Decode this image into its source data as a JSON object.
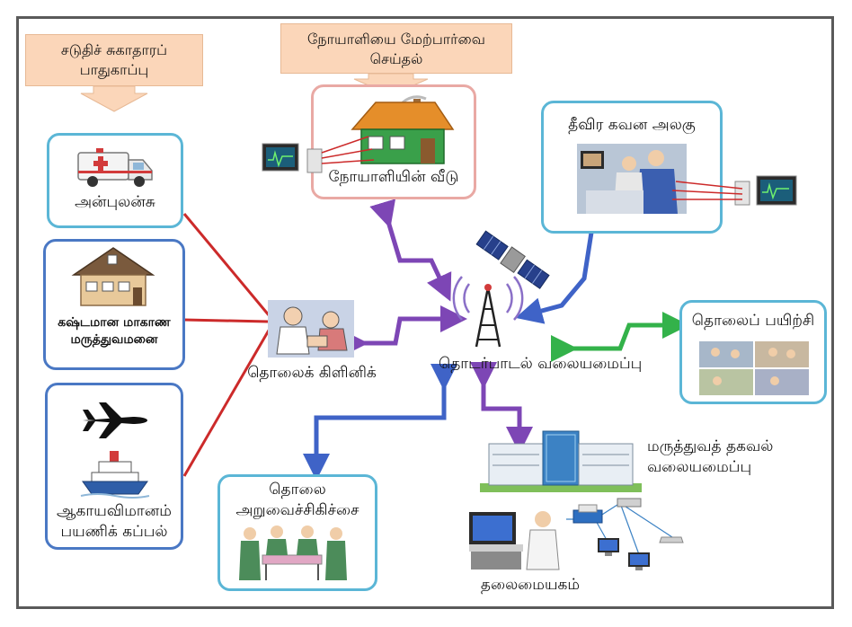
{
  "callouts": {
    "community_health": [
      "சடுதிச் சுகாதாரப்",
      "பாதுகாப்பு"
    ],
    "patient_monitoring": [
      "நோயாளியை மேற்பார்வை",
      "செய்தல்"
    ]
  },
  "nodes": {
    "ambulance": "அன்புலன்சு",
    "remote_hospital": [
      "கஷ்டமான மாகாண",
      "மருத்துவமனை"
    ],
    "aircraft_ship": [
      "ஆகாயவிமானம்",
      "பயணிக் கப்பல்"
    ],
    "teleclinic": "தொலைக் கிளினிக்",
    "patient_home": "நோயாளியின் வீடு",
    "icu": "தீவிர கவன அலகு",
    "network": "தொடர்பாடல் வலையமைப்பு",
    "tele_training": "தொலைப் பயிற்சி",
    "medical_info": [
      "மருத்துவத் தகவல்",
      "வலையமைப்பு"
    ],
    "telesurgery": [
      "தொலை",
      "அறுவைச்சிகிச்சை"
    ],
    "headquarters": "தலைமையகம்"
  },
  "colors": {
    "frame": "#5a5a5a",
    "box_teal": "#5bb6d6",
    "box_blue": "#4a78c4",
    "box_pink": "#e9a9a4",
    "callout_fill": "#fbd6b9",
    "arrow_purple": "#7d46b5",
    "arrow_blue": "#3f63c7",
    "arrow_green": "#33b24a",
    "line_red": "#cc2a2a"
  },
  "icons": [
    "ambulance-icon",
    "house-icon",
    "airplane-icon",
    "ship-icon",
    "monitor-icon",
    "satellite-icon",
    "antenna-tower-icon",
    "hospital-building-icon",
    "computer-icon",
    "printer-icon",
    "doctor-icon",
    "surgeons-icon",
    "nurse-patient-icon",
    "training-photo-icon",
    "icu-photo-icon"
  ]
}
